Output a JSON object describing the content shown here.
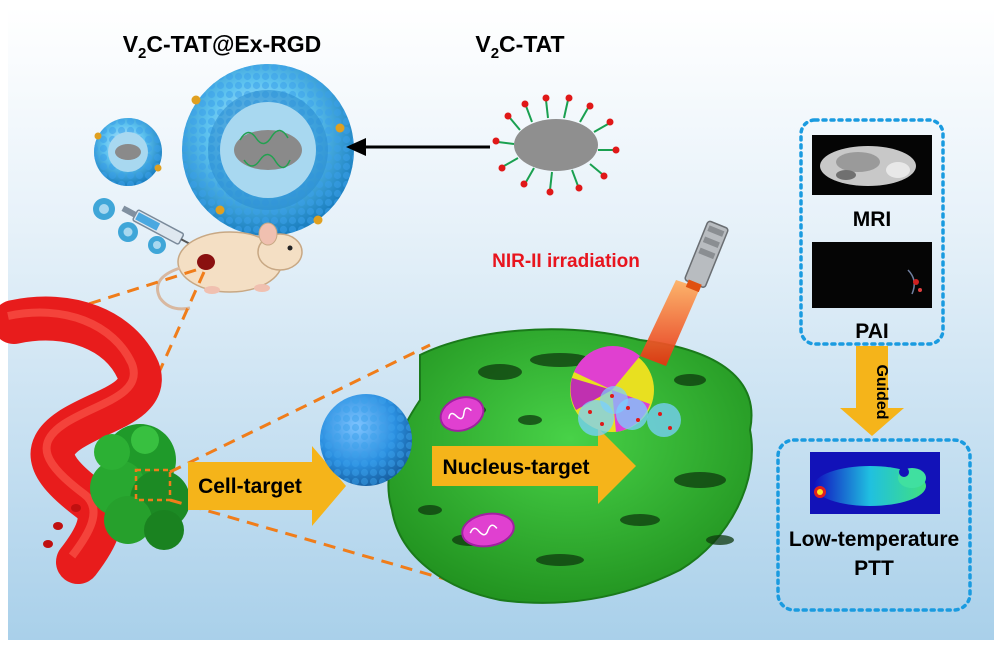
{
  "labels": {
    "v2c_tat_ex_rgd_main": "V",
    "v2c_tat_ex_rgd_sub": "2",
    "v2c_tat_ex_rgd_rest": "C-TAT@Ex-RGD",
    "v2c_tat_main": "V",
    "v2c_tat_sub": "2",
    "v2c_tat_rest": "C-TAT",
    "nir": "NIR-II irradiation",
    "cell_target": "Cell-target",
    "nucleus_target": "Nucleus-target",
    "mri": "MRI",
    "pai": "PAI",
    "guided": "Guided",
    "ptt_line1": "Low-temperature",
    "ptt_line2": "PTT"
  },
  "colors": {
    "nir_text": "#e8141e",
    "arrow_orange": "#f5b41a",
    "dash_orange": "#f07d1a",
    "dotted_blue": "#1a9be0",
    "vessel_red": "#e81c1c",
    "cell_green": "#3cc83c",
    "sphere_blue": "#2a8fe0",
    "mito_magenta": "#e040d0"
  },
  "icons": [
    "mouse-icon",
    "syringe-icon",
    "laser-icon",
    "liposome-icon",
    "nanosheet-icon",
    "mitochondria-icon",
    "nucleus-icon",
    "tumor-icon",
    "blood-vessel-icon"
  ]
}
